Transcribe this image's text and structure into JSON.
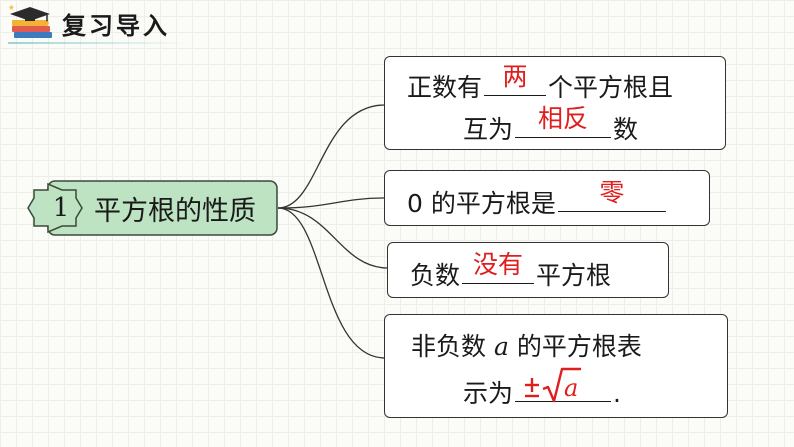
{
  "header": {
    "title": "复习导入",
    "icon": "graduation-cap-books-icon"
  },
  "main": {
    "number": "1",
    "label": "平方根的性质"
  },
  "items": [
    {
      "before": "正数有",
      "answer": "两",
      "after": "个平方根且",
      "line2_before": "互为",
      "line2_answer": "相反",
      "line2_after": "数"
    },
    {
      "before": "0 的平方根是",
      "answer": "零"
    },
    {
      "before": "负数",
      "answer": "没有",
      "after": "平方根"
    },
    {
      "before": "非负数",
      "variable": "a",
      "after": "的平方根表",
      "line2_before": "示为",
      "line2_after": "."
    }
  ],
  "colors": {
    "answer": "#e01e1e",
    "main_fill": "#bde3c3",
    "main_border": "#3a4a3a",
    "connector": "#333333"
  }
}
